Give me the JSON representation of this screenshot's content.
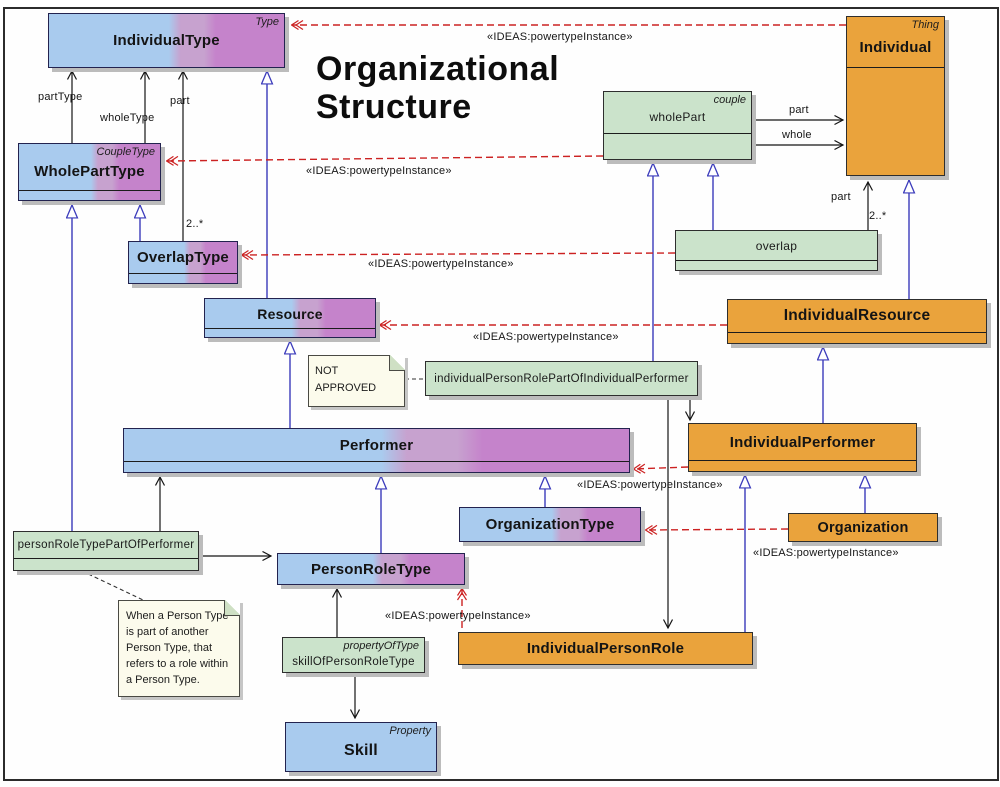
{
  "title": "Organizational Structure",
  "colors": {
    "class_blue": "#a9cbee",
    "class_purple": "#c583cb",
    "instance_green": "#cbe3cb",
    "individual_orange": "#eaa33c",
    "powertype_red": "#cc2222",
    "generalization_blue": "#3b3bbb"
  },
  "classes": {
    "individualType": {
      "stereotype": "Type",
      "name": "IndividualType"
    },
    "wholePartType": {
      "stereotype": "CoupleType",
      "name": "WholePartType"
    },
    "overlapType": {
      "name": "OverlapType"
    },
    "resource": {
      "name": "Resource"
    },
    "performer": {
      "name": "Performer"
    },
    "organizationType": {
      "name": "OrganizationType"
    },
    "personRoleType": {
      "name": "PersonRoleType"
    },
    "skill": {
      "stereotype": "Property",
      "name": "Skill"
    },
    "individual": {
      "stereotype": "Thing",
      "name": "Individual"
    },
    "individualResource": {
      "name": "IndividualResource"
    },
    "individualPerformer": {
      "name": "IndividualPerformer"
    },
    "organization": {
      "name": "Organization"
    },
    "individualPersonRole": {
      "name": "IndividualPersonRole"
    },
    "wholePart": {
      "stereotype": "couple",
      "name": "wholePart"
    },
    "overlap": {
      "name": "overlap"
    },
    "individualPersonRolePartOfIndividualPerformer": {
      "name": "individualPersonRolePartOfIndividualPerformer"
    },
    "personRoleTypePartOfPerformer": {
      "name": "personRoleTypePartOfPerformer"
    },
    "skillOfPersonRoleType": {
      "stereotype": "propertyOfType",
      "name": "skillOfPersonRoleType"
    }
  },
  "edge_labels": {
    "powertype": "«IDEAS:powertypeInstance»",
    "part_type": "partType",
    "whole_type": "wholeType",
    "part": "part",
    "whole": "whole",
    "multiplicity": "2..*"
  },
  "notes": {
    "not_approved": "NOT APPROVED",
    "person_role_note": "When a Person Type is part of another Person Type, that refers to a role within a Person Type."
  }
}
